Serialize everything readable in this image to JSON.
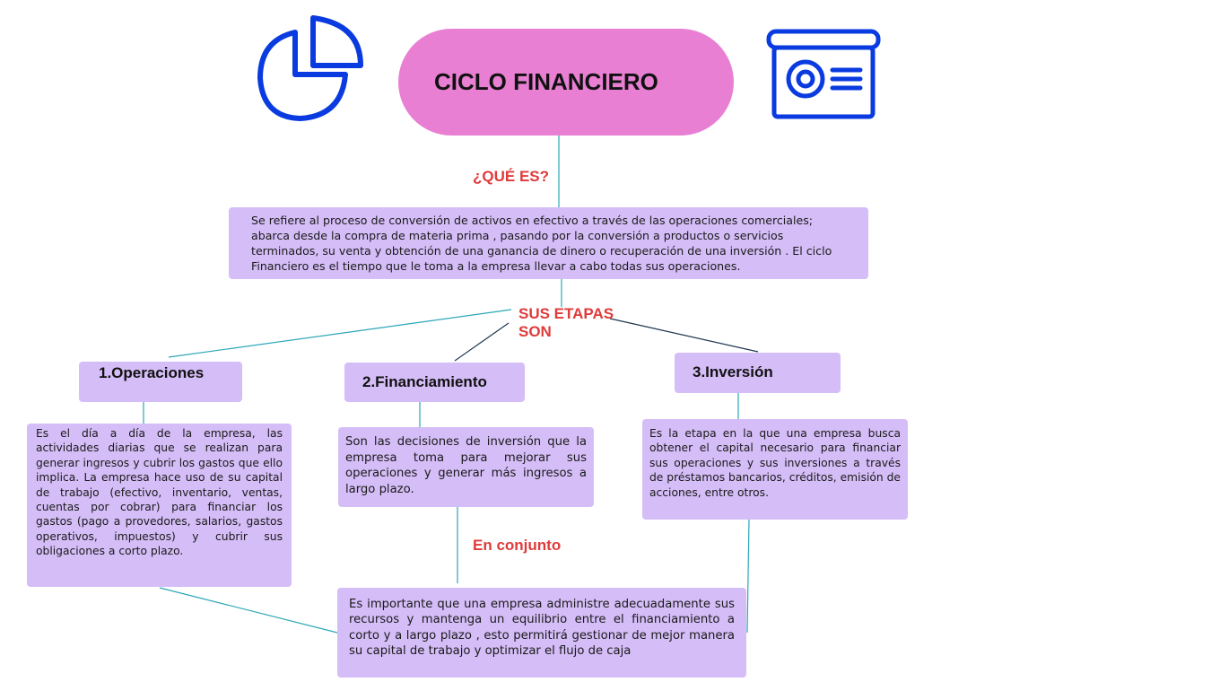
{
  "title": "CICLO FINANCIERO",
  "question": "¿QUÉ ES?",
  "definition": "Se refiere al proceso de conversión de activos en efectivo a través de las operaciones comerciales; abarca desde  la compra de  materia prima , pasando por la conversión a productos o servicios  terminados, su venta y obtención de una ganancia de dinero o recuperación de una inversión . El ciclo Financiero es el tiempo que le toma a la empresa llevar a cabo todas sus operaciones.",
  "stages_label": "SUS ETAPAS SON",
  "stages": [
    {
      "title": "1.Operaciones",
      "text": "Es el día a día de la empresa, las actividades diarias que se realizan para generar ingresos y cubrir los gastos que ello implica. La empresa hace uso de su capital de trabajo (efectivo, inventario, ventas, cuentas por cobrar) para financiar los gastos (pago a provedores, salarios, gastos operativos, impuestos) y cubrir sus obligaciones a corto plazo."
    },
    {
      "title": "2.Financiamiento",
      "text": "Son las decisiones de inversión que la empresa toma para mejorar sus operaciones y generar más ingresos a largo plazo."
    },
    {
      "title": "3.Inversión",
      "text": "Es la etapa en la que una empresa busca obtener el capital necesario para financiar sus operaciones y sus inversiones a través de préstamos bancarios, créditos, emisión de acciones, entre otros."
    }
  ],
  "together_label": "En conjunto",
  "conclusion": "Es importante que una empresa administre adecuadamente sus recursos y mantenga un equilibrio entre el financiamiento a corto y a largo plazo , esto permitirá gestionar de mejor manera su capital de trabajo y optimizar el flujo de caja",
  "colors": {
    "title_bg": "#e87fd3",
    "box_bg": "#d5bdf7",
    "accent_red": "#e03a3a",
    "icon_blue": "#0a3be0",
    "line": "#2aa7b8"
  }
}
